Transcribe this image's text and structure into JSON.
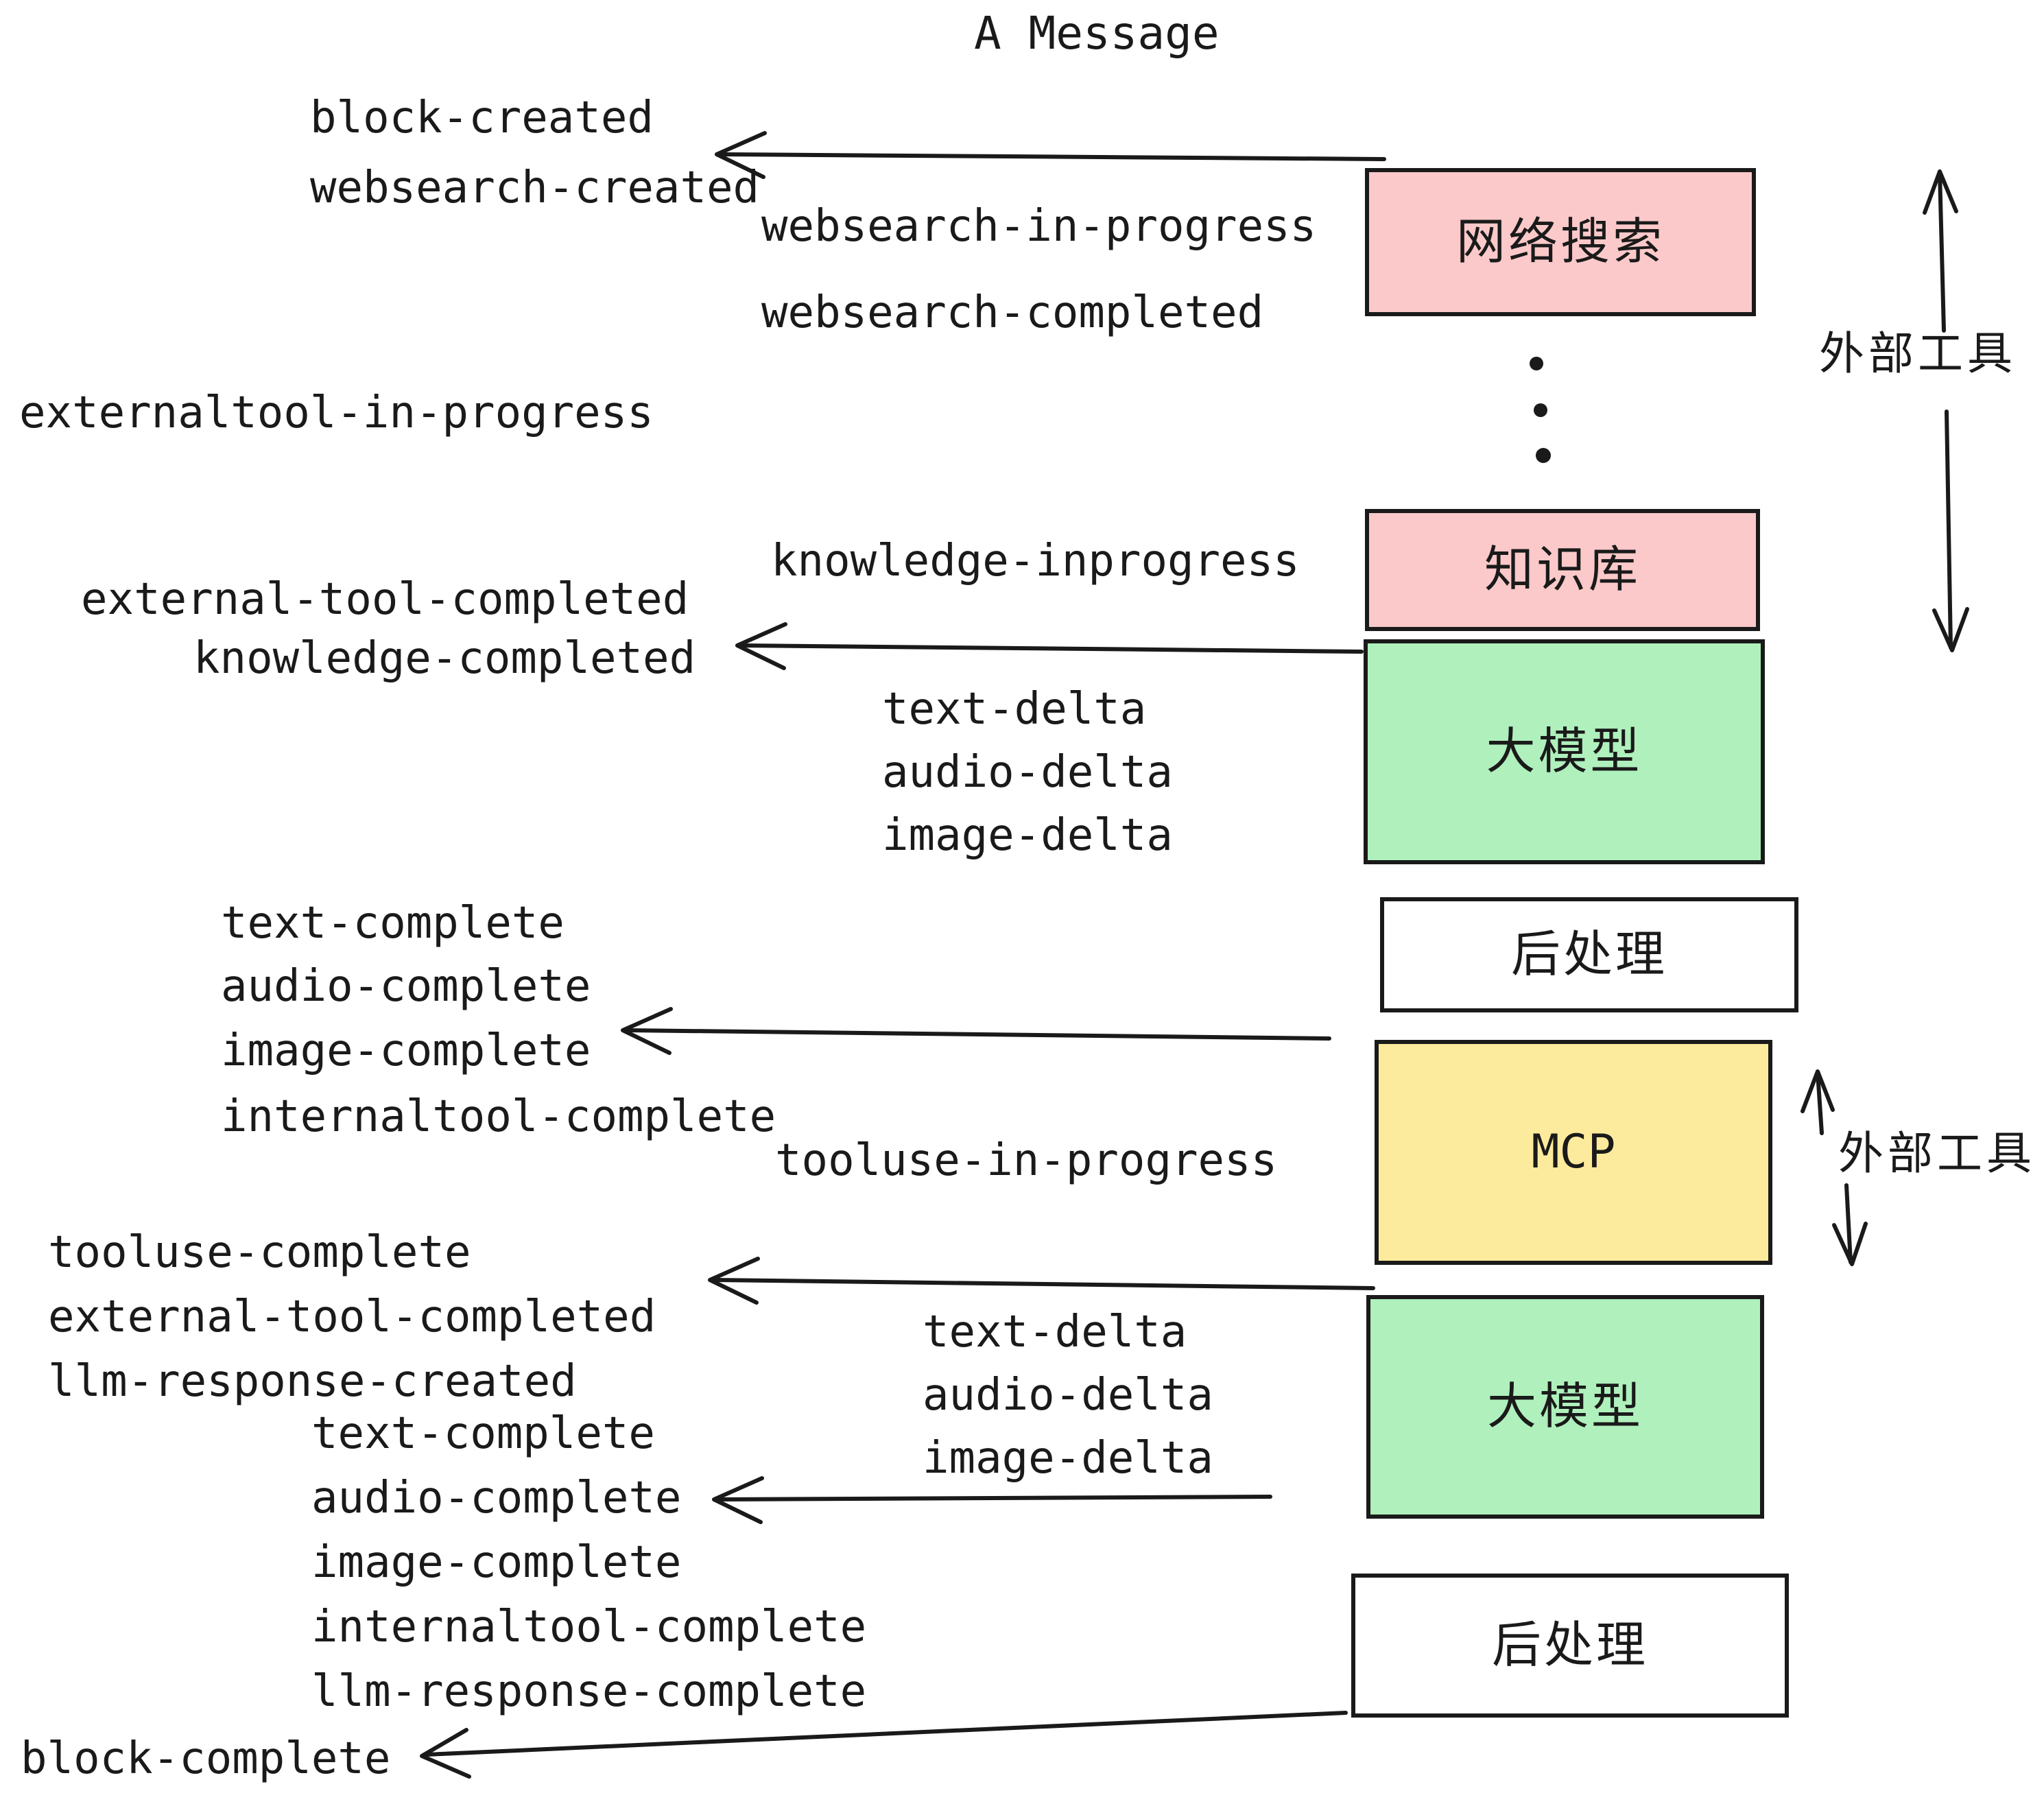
{
  "title": "A Message",
  "colors": {
    "pink": "#fbc9c9",
    "green": "#aff0bc",
    "yellow": "#fdeb9d",
    "paper": "#ffffff",
    "ink": "#1a1a1a"
  },
  "boxes": {
    "websearch": "网络搜索",
    "knowledge": "知识库",
    "llm": "大模型",
    "postprocess": "后处理",
    "mcp": "MCP"
  },
  "side_labels": {
    "external_tools": "外部工具"
  },
  "events": {
    "block_created": "block-created",
    "websearch_created": "websearch-created",
    "websearch_in_progress": "websearch-in-progress",
    "websearch_completed": "websearch-completed",
    "externaltool_in_progress": "externaltool-in-progress",
    "knowledge_inprogress": "knowledge-inprogress",
    "external_tool_completed": "external-tool-completed",
    "knowledge_completed": "knowledge-completed",
    "text_delta": "text-delta",
    "audio_delta": "audio-delta",
    "image_delta": "image-delta",
    "text_complete": "text-complete",
    "audio_complete": "audio-complete",
    "image_complete": "image-complete",
    "internaltool_complete": "internaltool-complete",
    "tooluse_in_progress": "tooluse-in-progress",
    "tooluse_complete": "tooluse-complete",
    "llm_response_created": "llm-response-created",
    "llm_response_complete": "llm-response-complete",
    "block_complete": "block-complete"
  }
}
